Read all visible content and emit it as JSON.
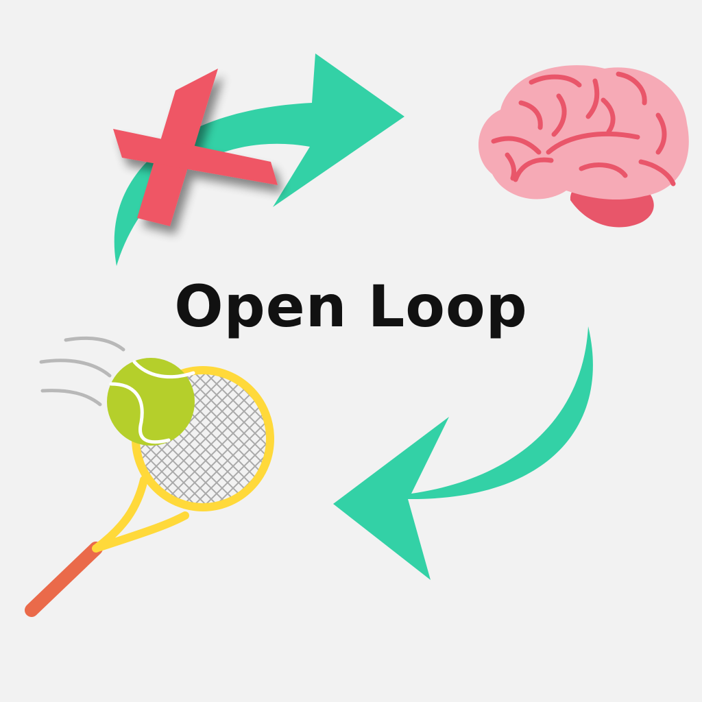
{
  "diagram": {
    "title": "Open Loop",
    "nodes": [
      {
        "id": "blocked-feedback",
        "icon": "red-x-icon"
      },
      {
        "id": "brain",
        "icon": "brain-icon"
      },
      {
        "id": "action",
        "icon": "tennis-racket-icon"
      }
    ],
    "connectors": [
      {
        "from": "blocked-feedback",
        "to": "brain",
        "icon": "curved-arrow-icon"
      },
      {
        "from": "brain",
        "to": "action",
        "icon": "curved-arrow-icon"
      }
    ]
  },
  "colors": {
    "background": "#f2f2f2",
    "arrow": "#33d1a6",
    "cross": "#ef5665",
    "brain": "#f6aab6",
    "brain_lines": "#e9566a",
    "brain_stem": "#e8566a",
    "racket_frame": "#ffd93a",
    "racket_handle": "#ea6a4a",
    "ball": "#b5cf2b",
    "strings": "#a9a9a9",
    "motion_lines": "#b8b8b8",
    "text": "#111111"
  }
}
